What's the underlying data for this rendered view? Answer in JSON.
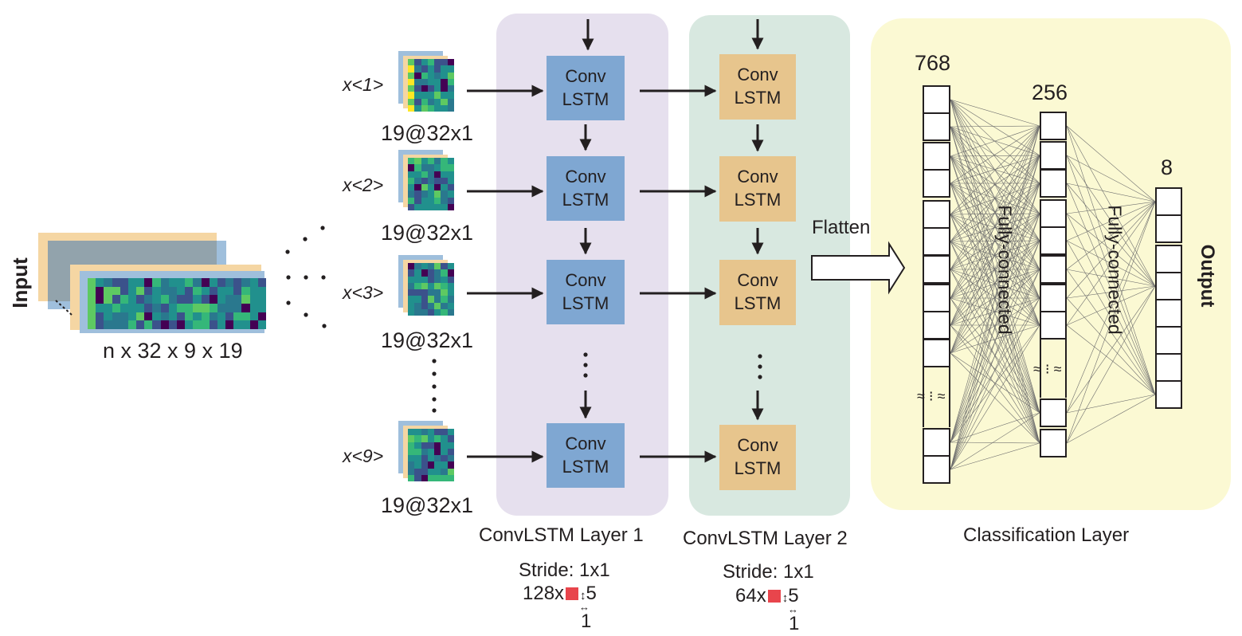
{
  "input": {
    "title": "Input",
    "shape_label": "n x 32 x 9 x 19"
  },
  "timesteps": [
    {
      "label": "x<1>",
      "dims": "19@32x1"
    },
    {
      "label": "x<2>",
      "dims": "19@32x1"
    },
    {
      "label": "x<3>",
      "dims": "19@32x1"
    },
    {
      "label": "x<9>",
      "dims": "19@32x1"
    }
  ],
  "layer1": {
    "cell_line1": "Conv",
    "cell_line2": "LSTM",
    "title": "ConvLSTM Layer 1",
    "stride": "Stride: 1x1",
    "filters": "128x",
    "kernel_h": "5",
    "kernel_w": "1"
  },
  "layer2": {
    "cell_line1": "Conv",
    "cell_line2": "LSTM",
    "title": "ConvLSTM Layer 2",
    "stride": "Stride: 1x1",
    "filters": "64x",
    "kernel_h": "5",
    "kernel_w": "1"
  },
  "flatten_label": "Flatten",
  "classification": {
    "title": "Classification Layer",
    "dense1_size": "768",
    "dense2_size": "256",
    "output_size": "8",
    "fc_label_1": "Fully-connected",
    "fc_label_2": "Fully-connected",
    "output_label": "Output",
    "ellipsis": "≈ ⁝ ≈"
  },
  "colors": {
    "layer1_panel": "#e6e0ee",
    "layer2_panel": "#d8e8e0",
    "class_panel": "#fbf9d3",
    "layer1_cell": "#7fa7d2",
    "layer2_cell": "#e7c58d",
    "kernel": "#e8454c"
  },
  "heatmap_palette": [
    "#440154",
    "#3b528b",
    "#21908d",
    "#2a788e",
    "#35b779",
    "#5ec962",
    "#fde725"
  ]
}
